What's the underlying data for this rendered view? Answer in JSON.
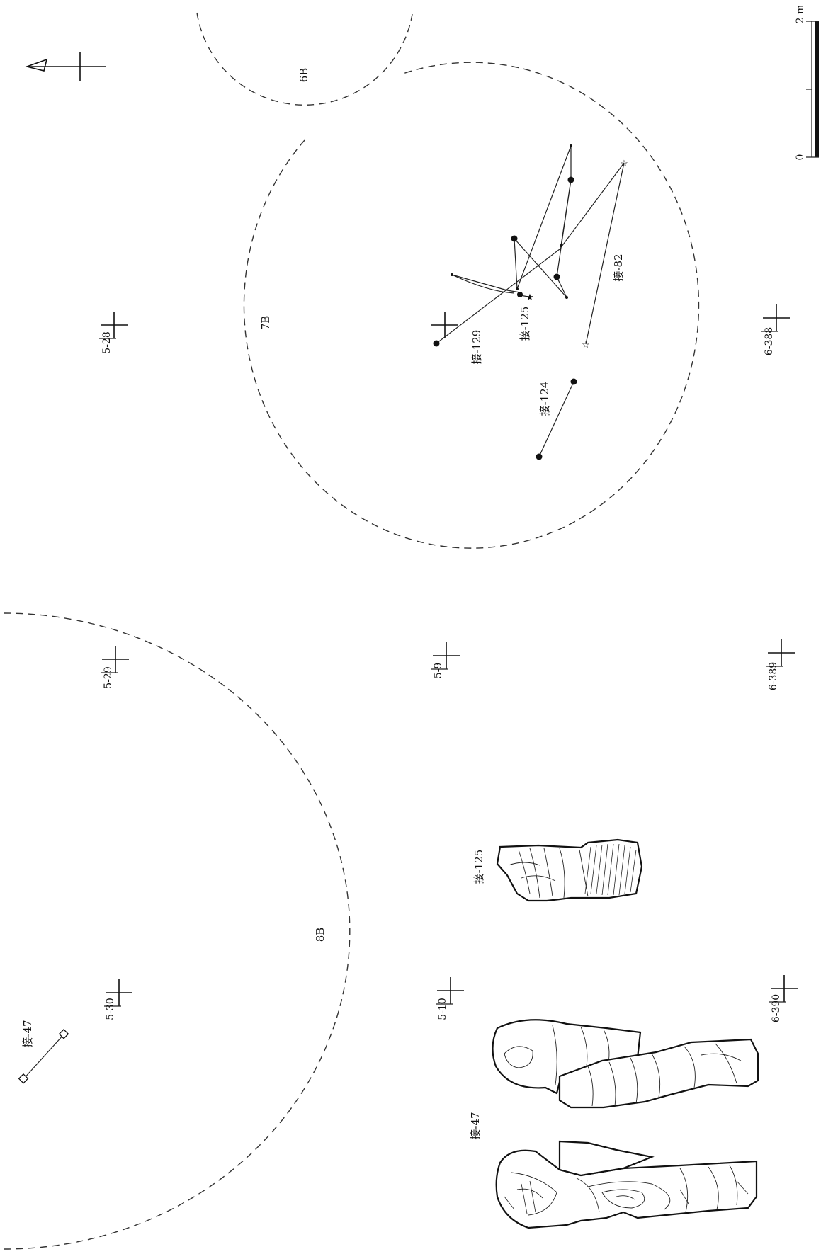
{
  "zones": {
    "zone_6b": "6B",
    "zone_7b": "7B",
    "zone_8b": "8B"
  },
  "scale_bar": {
    "label_min": "0",
    "label_max": "2 m"
  },
  "grid_markers": {
    "m_5_28": "5-28",
    "m_5_29": "5-29",
    "m_5_30": "5-30",
    "m_5_9": "5-9",
    "m_5_10": "5-10",
    "m_6_388": "6-388",
    "m_6_389": "6-389",
    "m_6_390": "6-390"
  },
  "refits": {
    "r_129": "接-129",
    "r_125": "接-125",
    "r_124": "接-124",
    "r_82": "接-82",
    "r_47": "接-47"
  },
  "artifacts": {
    "a_125": "接-125",
    "a_47": "接-47"
  }
}
